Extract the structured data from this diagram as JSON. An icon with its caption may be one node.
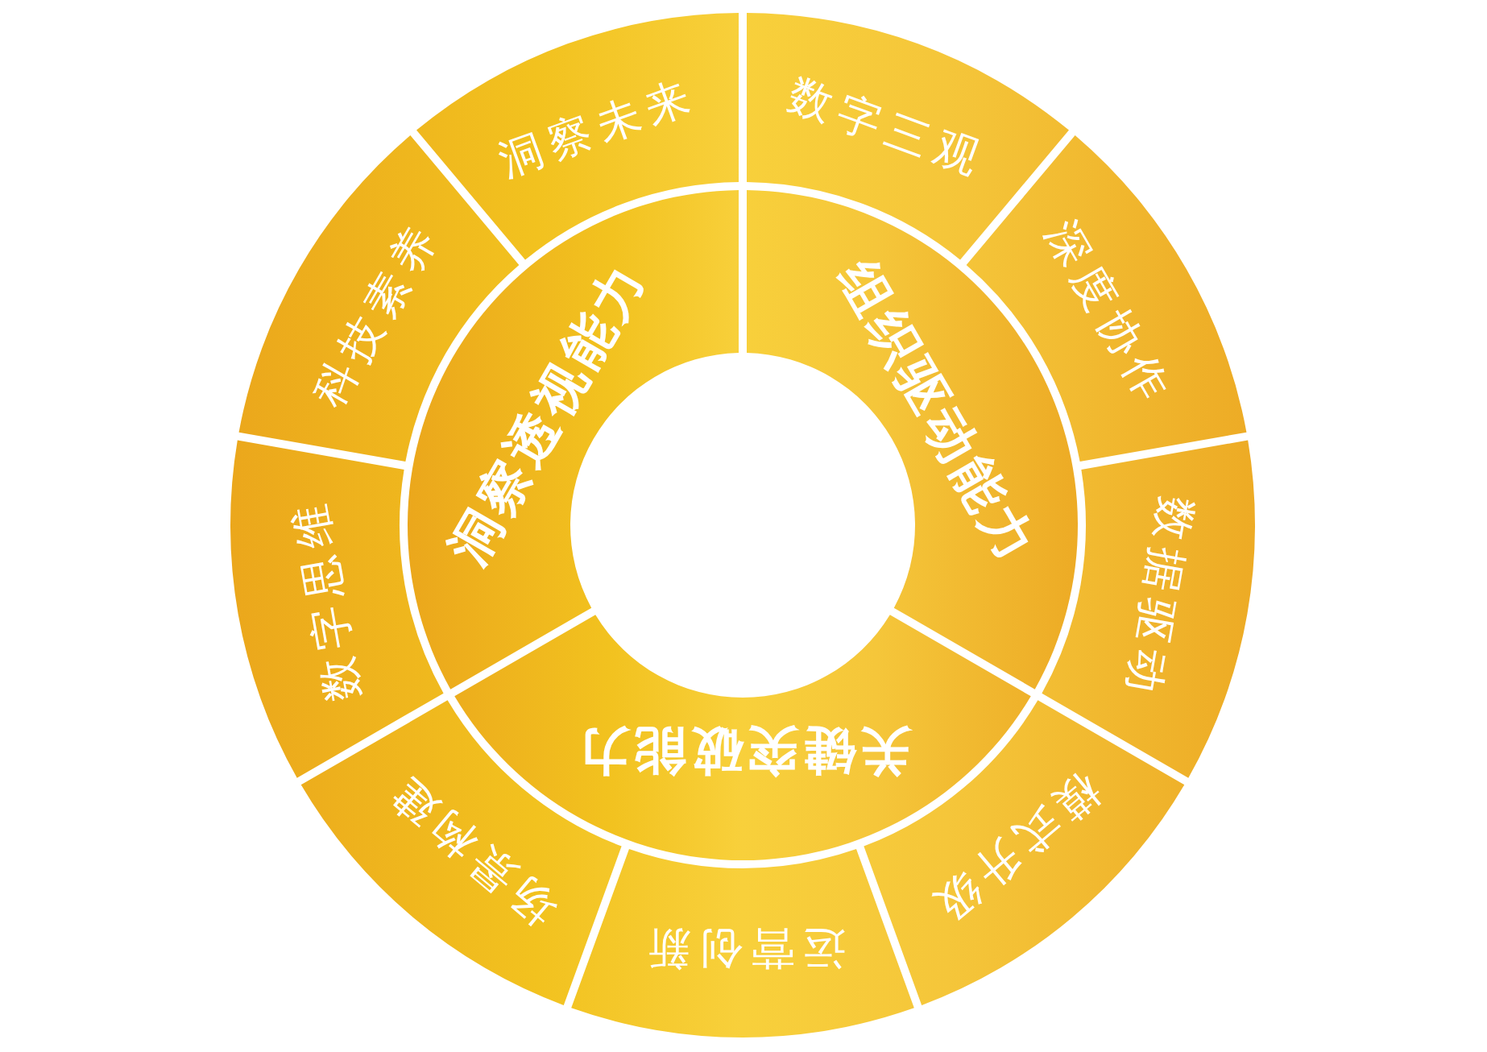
{
  "diagram": {
    "nodes": [
      {
        "text": [
          "洞察透视能力"
        ]
      },
      {
        "text": [
          "组织驱动能力"
        ]
      },
      {
        "text": [
          "关键突破能力"
        ]
      },
      {
        "text": [
          "洞察未来"
        ]
      },
      {
        "text": [
          "数字三观"
        ]
      },
      {
        "text": [
          "深度协作"
        ]
      },
      {
        "text": [
          "数据驱动"
        ]
      },
      {
        "text": [
          "模式升级"
        ]
      },
      {
        "text": [
          "运营创新"
        ]
      },
      {
        "text": [
          "场景构建"
        ]
      },
      {
        "text": [
          "数字思维"
        ]
      },
      {
        "text": [
          "科技素养"
        ]
      }
    ]
  }
}
